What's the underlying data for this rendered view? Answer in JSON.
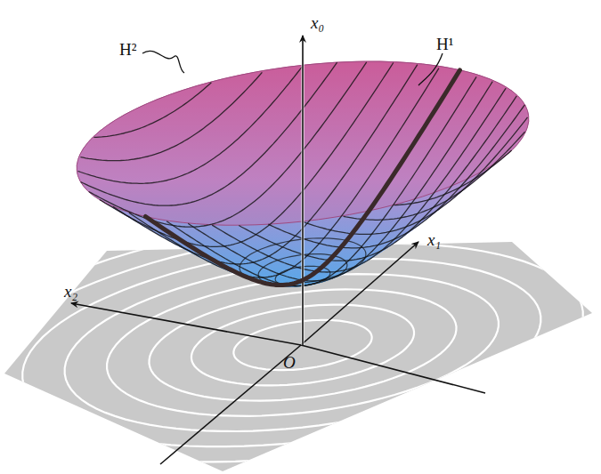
{
  "diagram": {
    "labels": [
      "H²",
      "H¹",
      "x₀",
      "x₁",
      "x₂",
      "O"
    ]
  }
}
